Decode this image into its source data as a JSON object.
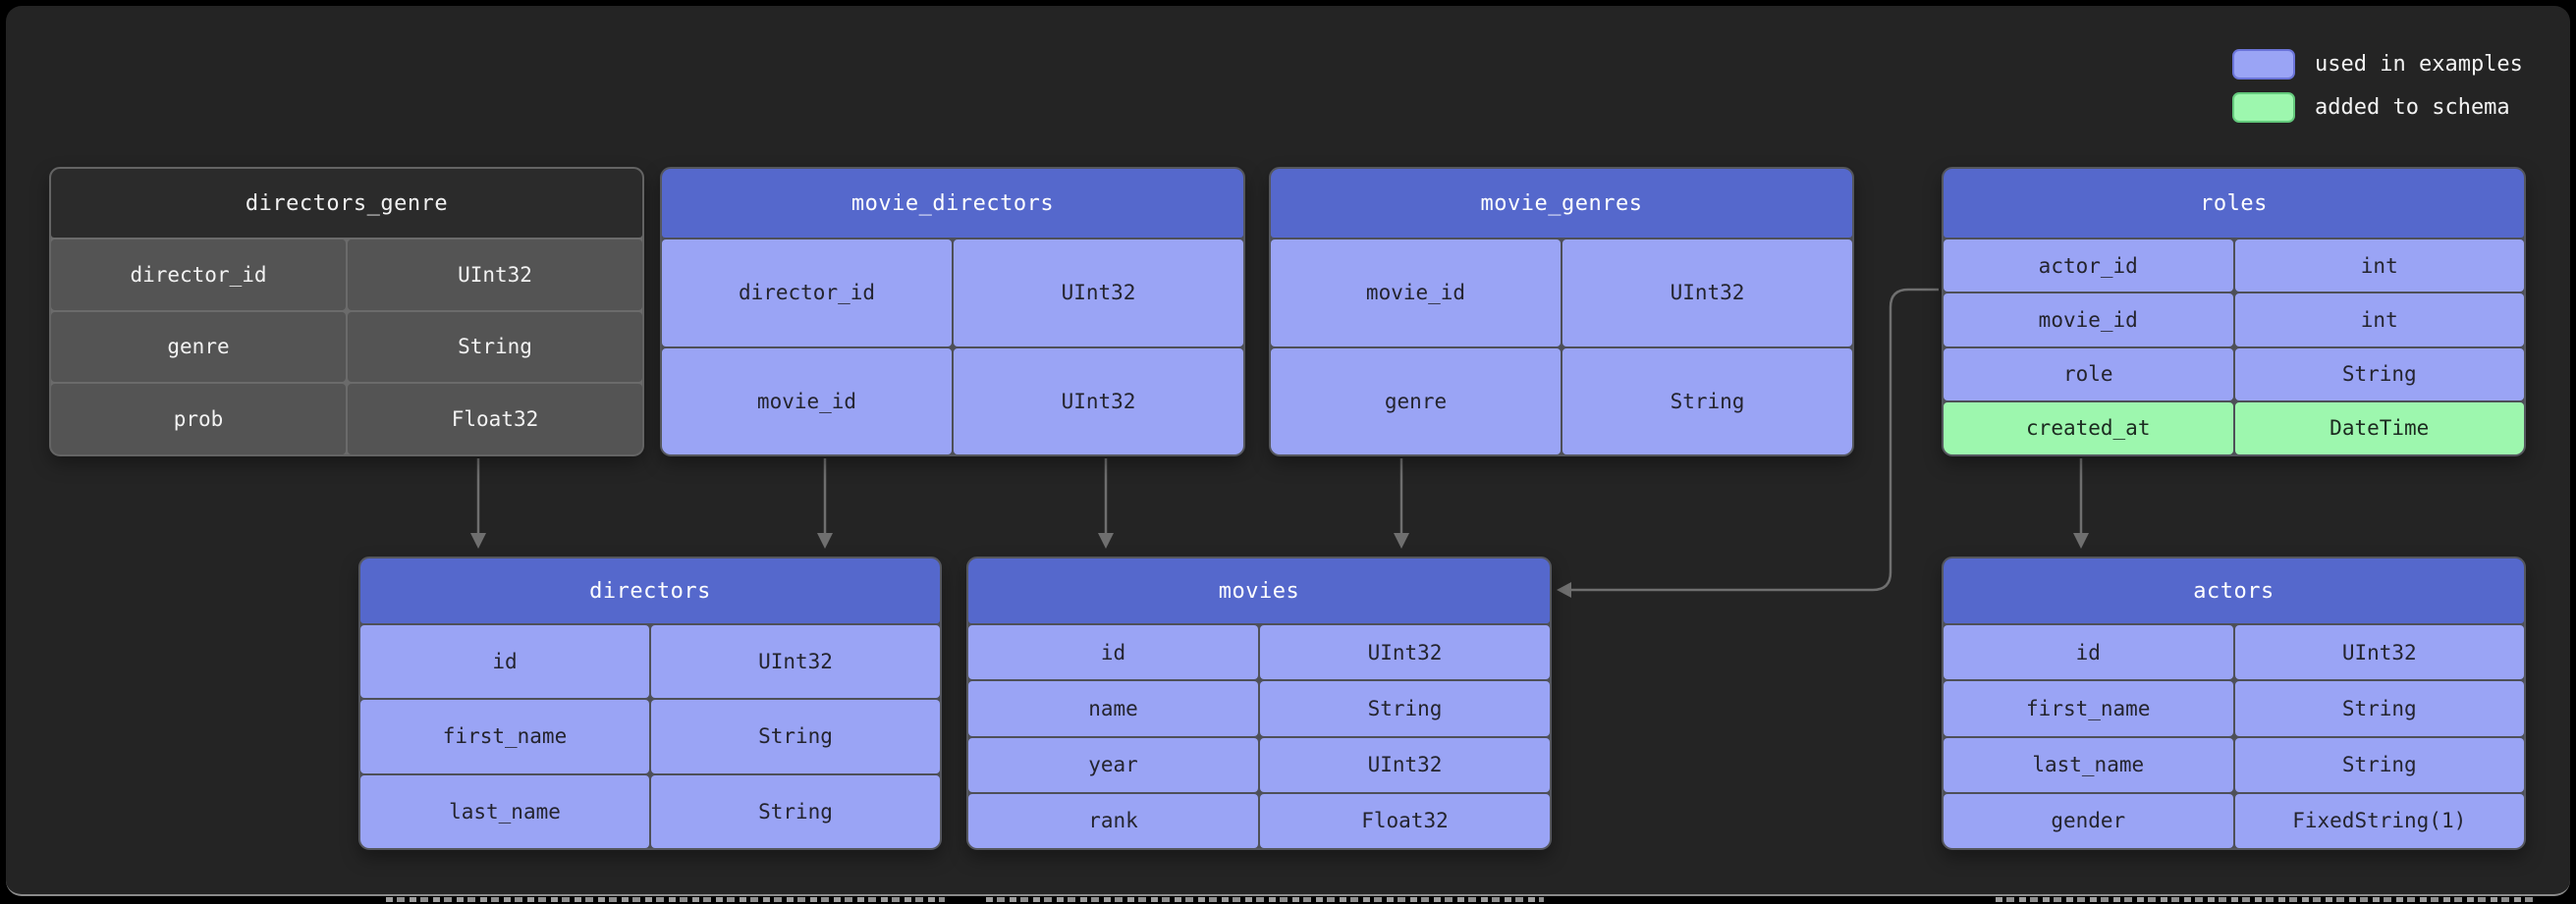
{
  "colors": {
    "canvas_background": "#242424",
    "table_header_blue": "#5568cc",
    "table_row_blue": "#9aa4f5",
    "table_row_green": "#9df7ae",
    "table_header_dark": "#2b2b2b",
    "table_row_dark": "#545454",
    "edge_gray": "#6f6f6f"
  },
  "legend": {
    "items": [
      {
        "key": "used",
        "label": "used in examples",
        "color": "#9aa4f5"
      },
      {
        "key": "added",
        "label": "added to schema",
        "color": "#9df7ae"
      }
    ]
  },
  "tables": [
    {
      "id": "directors_genre",
      "title": "directors_genre",
      "theme": "dark",
      "rows": [
        {
          "field": "director_id",
          "type": "UInt32",
          "added": false
        },
        {
          "field": "genre",
          "type": "String",
          "added": false
        },
        {
          "field": "prob",
          "type": "Float32",
          "added": false
        }
      ]
    },
    {
      "id": "movie_directors",
      "title": "movie_directors",
      "theme": "blue",
      "rows": [
        {
          "field": "director_id",
          "type": "UInt32",
          "added": false
        },
        {
          "field": "movie_id",
          "type": "UInt32",
          "added": false
        }
      ]
    },
    {
      "id": "movie_genres",
      "title": "movie_genres",
      "theme": "blue",
      "rows": [
        {
          "field": "movie_id",
          "type": "UInt32",
          "added": false
        },
        {
          "field": "genre",
          "type": "String",
          "added": false
        }
      ]
    },
    {
      "id": "roles",
      "title": "roles",
      "theme": "blue",
      "rows": [
        {
          "field": "actor_id",
          "type": "int",
          "added": false
        },
        {
          "field": "movie_id",
          "type": "int",
          "added": false
        },
        {
          "field": "role",
          "type": "String",
          "added": false
        },
        {
          "field": "created_at",
          "type": "DateTime",
          "added": true
        }
      ]
    },
    {
      "id": "directors",
      "title": "directors",
      "theme": "blue",
      "rows": [
        {
          "field": "id",
          "type": "UInt32",
          "added": false
        },
        {
          "field": "first_name",
          "type": "String",
          "added": false
        },
        {
          "field": "last_name",
          "type": "String",
          "added": false
        }
      ]
    },
    {
      "id": "movies",
      "title": "movies",
      "theme": "blue",
      "rows": [
        {
          "field": "id",
          "type": "UInt32",
          "added": false
        },
        {
          "field": "name",
          "type": "String",
          "added": false
        },
        {
          "field": "year",
          "type": "UInt32",
          "added": false
        },
        {
          "field": "rank",
          "type": "Float32",
          "added": false
        }
      ]
    },
    {
      "id": "actors",
      "title": "actors",
      "theme": "blue",
      "rows": [
        {
          "field": "id",
          "type": "UInt32",
          "added": false
        },
        {
          "field": "first_name",
          "type": "String",
          "added": false
        },
        {
          "field": "last_name",
          "type": "String",
          "added": false
        },
        {
          "field": "gender",
          "type": "FixedString(1)",
          "added": false
        }
      ]
    }
  ],
  "edges": [
    {
      "from": "directors_genre",
      "to": "directors"
    },
    {
      "from": "movie_directors.director_id",
      "to": "directors"
    },
    {
      "from": "movie_directors.movie_id",
      "to": "movies"
    },
    {
      "from": "movie_genres",
      "to": "movies"
    },
    {
      "from": "roles",
      "to": "movies"
    },
    {
      "from": "roles.created_at",
      "to": "actors"
    }
  ]
}
